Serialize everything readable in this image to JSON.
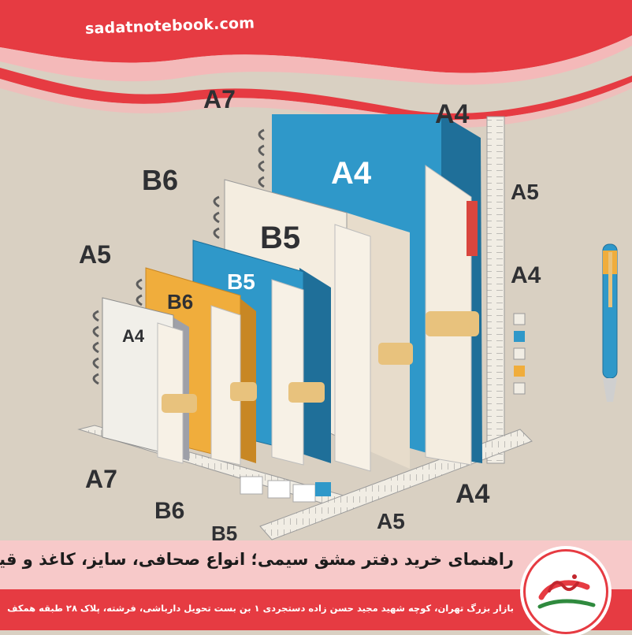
{
  "header": {
    "site_url": "sadatnotebook.com"
  },
  "illustration": {
    "size_labels": {
      "a7_top": "A7",
      "a4_top": "A4",
      "b6_left": "B6",
      "a5_left": "A5",
      "a5_right": "A5",
      "a4_right": "A4",
      "a7_bottom": "A7",
      "b6_bottom": "B6",
      "b5_bottom": "B5",
      "a4_bottom": "A4",
      "a5_bottom": "A5"
    },
    "notebook_covers": {
      "a4_large": "A4",
      "b5_cream": "B5",
      "b5_blue": "B5",
      "b6_yellow": "B6",
      "a4_small": "A4"
    }
  },
  "title": "راهنمای خرید دفتر مشق سیمی؛ انواع صحافی، سایز، کاغذ و قیمت",
  "footer": {
    "address": "بازار بزرگ تهران، کوچه شهید مجید حسن زاده دستجردی ۱ بن بست تحویل دارباشی، فرشته، پلاک ۲۸ طبقه همکف"
  },
  "colors": {
    "brand_red": "#e63b42",
    "title_bar": "#f7c9c9",
    "background": "#d9d0c2",
    "notebook_blue": "#2f98c9",
    "notebook_cream": "#f4ede0",
    "notebook_yellow": "#f0ad3c",
    "strap_tan": "#e8c27d"
  }
}
